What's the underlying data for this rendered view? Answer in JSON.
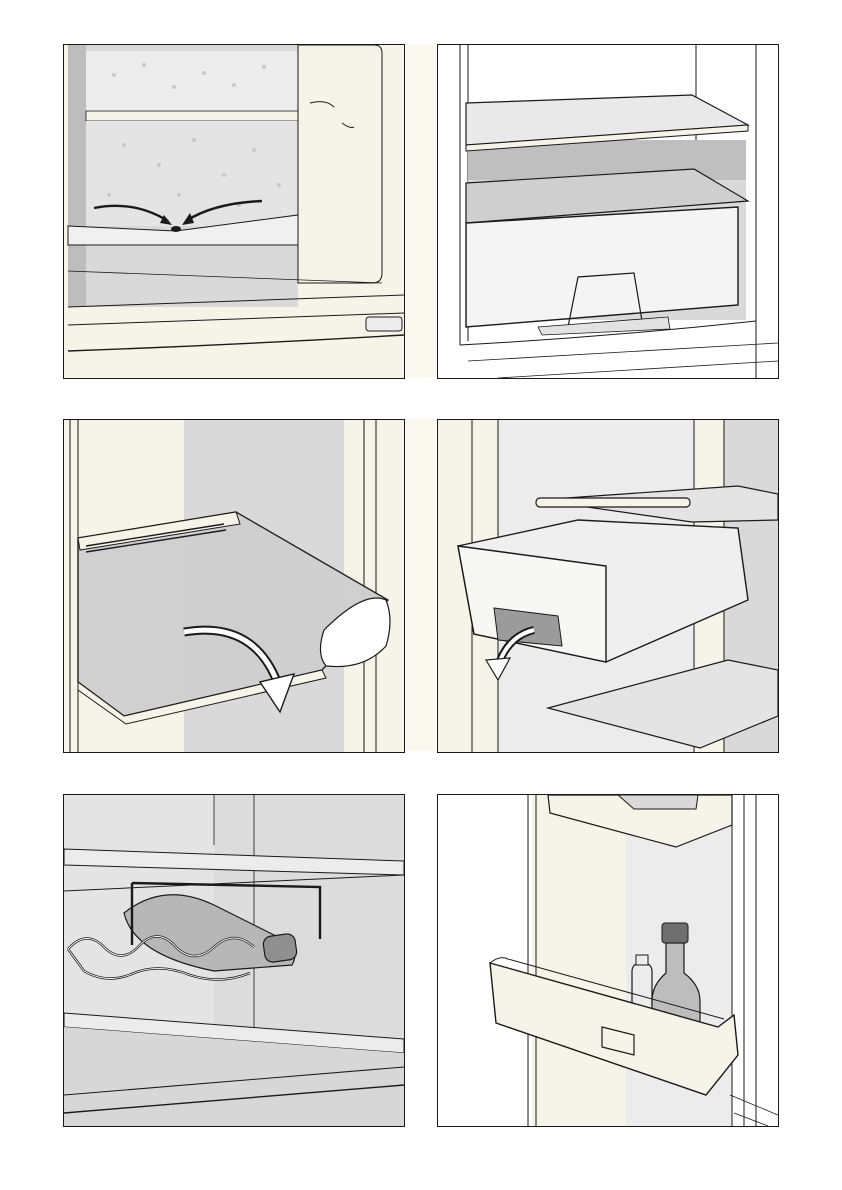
{
  "page": {
    "kind": "appliance manual illustration page"
  },
  "panels": [
    {
      "id": "p1",
      "icon": "condensation-drain-illustration"
    },
    {
      "id": "p2",
      "icon": "shelf-and-vegetable-drawer-illustration"
    },
    {
      "id": "p3",
      "icon": "tilting-glass-shelf-illustration"
    },
    {
      "id": "p4",
      "icon": "remove-drawer-illustration"
    },
    {
      "id": "p5",
      "icon": "bottle-rack-illustration"
    },
    {
      "id": "p6",
      "icon": "door-shelf-bottles-illustration"
    }
  ],
  "colors": {
    "cream": "#f6f3e8",
    "grey": "#d9d9d9",
    "dark_grey": "#bdbdbd",
    "outline": "#1a1a1a"
  }
}
